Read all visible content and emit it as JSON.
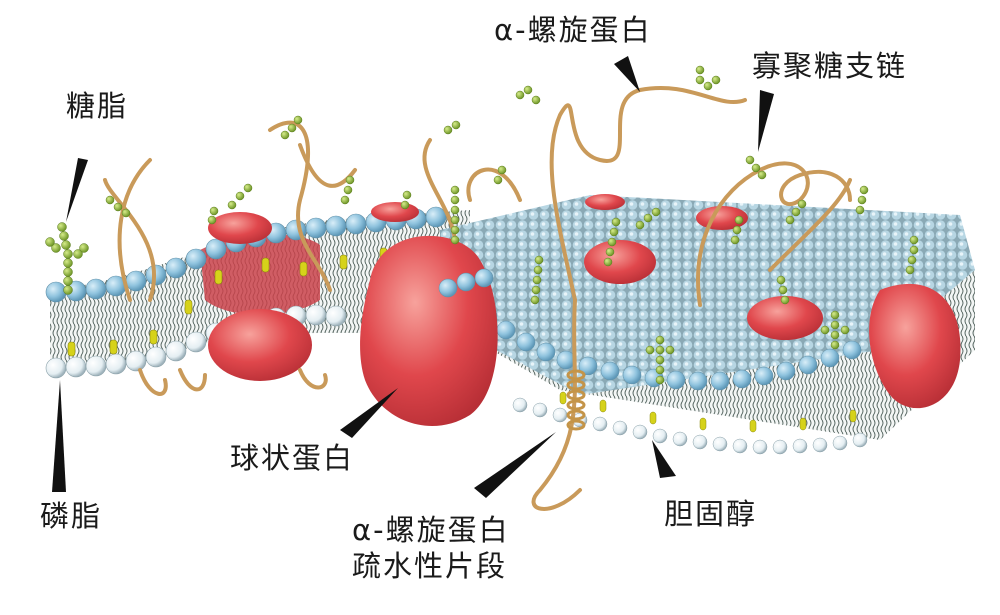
{
  "diagram": {
    "subject": "cell-membrane-fluid-mosaic-model",
    "colors": {
      "outer_head": "#8fc3de",
      "inner_head": "#e4eef2",
      "protein": "#e0474c",
      "protein_light": "#f07a78",
      "glycan": "#8fb53a",
      "cholesterol": "#d6d21a",
      "fiber": "#c99a5a",
      "pointer": "#111111",
      "text": "#1a1a1a"
    },
    "labels": {
      "glycolipid": "糖脂",
      "alpha_helix_protein": "α-螺旋蛋白",
      "oligosaccharide_chain": "寡聚糖支链",
      "phospholipid": "磷脂",
      "globular_protein": "球状蛋白",
      "alpha_helix_hydrophobic_line1": "α-螺旋蛋白",
      "alpha_helix_hydrophobic_line2": "疏水性片段",
      "cholesterol": "胆固醇"
    }
  }
}
